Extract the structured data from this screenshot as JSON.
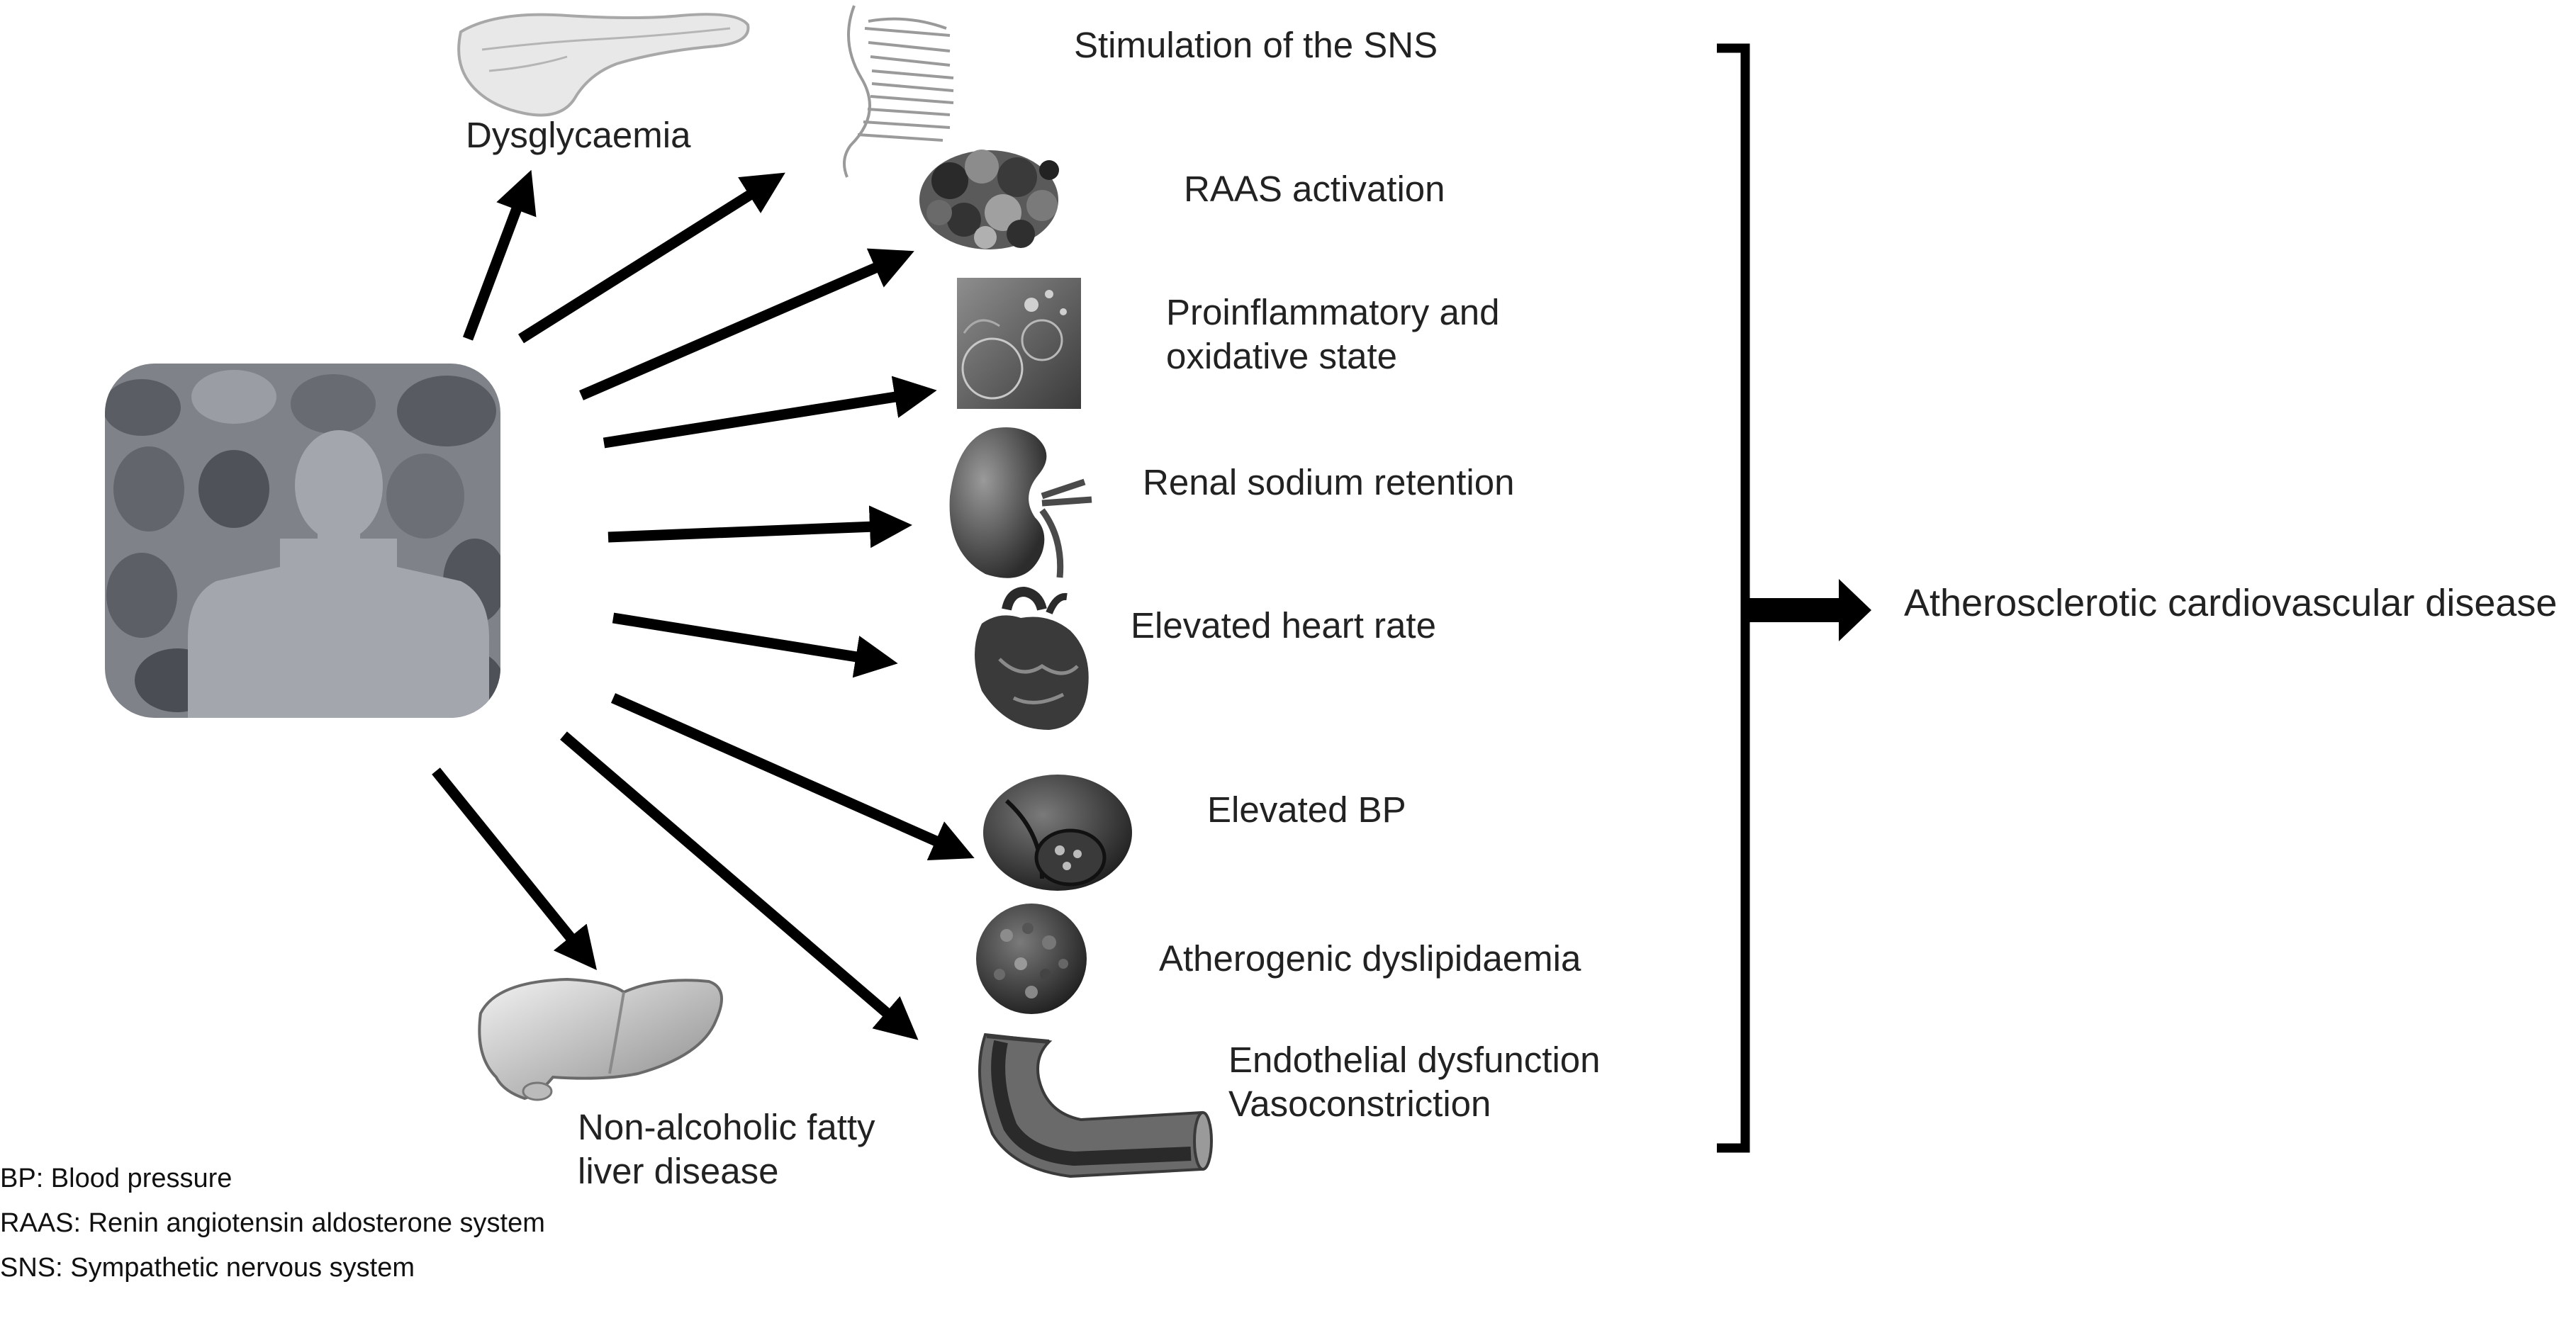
{
  "labels": {
    "dysglycaemia": "Dysglycaemia",
    "sns": "Stimulation of the SNS",
    "raas": "RAAS activation",
    "proinflammatory_1": "Proinflammatory and",
    "proinflammatory_2": "oxidative state",
    "renal": "Renal sodium retention",
    "heart_rate": "Elevated heart rate",
    "bp": "Elevated BP",
    "dyslipidaemia": "Atherogenic dyslipidaemia",
    "endothelial_1": "Endothelial dysfunction",
    "endothelial_2": "Vasoconstriction",
    "nafld_1": "Non-alcoholic fatty",
    "nafld_2": "liver disease",
    "outcome": "Atherosclerotic cardiovascular disease"
  },
  "legend": [
    "BP: Blood pressure",
    "RAAS: Renin angiotensin aldosterone system",
    "SNS: Sympathetic nervous system"
  ],
  "icons": [
    "obesity-person-icon",
    "pancreas-icon",
    "nerve-fibre-icon",
    "raas-protein-icon",
    "inflammation-cell-icon",
    "kidney-icon",
    "heart-icon",
    "blood-vessel-cross-section-icon",
    "lipoprotein-particle-icon",
    "artery-segment-icon",
    "liver-icon"
  ],
  "colors": {
    "arrow": "#000000",
    "icon_gray": "#808080",
    "text": "#222222"
  }
}
